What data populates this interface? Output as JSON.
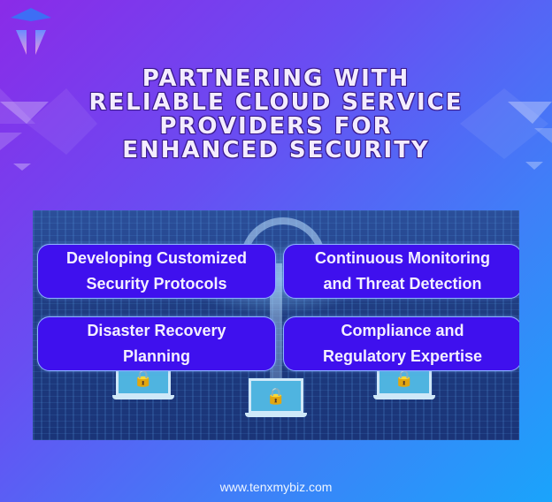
{
  "logo": {
    "icon": "tenxmybiz-logo-icon"
  },
  "title": {
    "lines": [
      "PARTNERING WITH",
      "RELIABLE CLOUD SERVICE",
      "PROVIDERS FOR",
      "ENHANCED SECURITY"
    ]
  },
  "image": {
    "description": "cloud security network illustration with laptops and padlocks",
    "icons": [
      "cloud-icon",
      "laptop-lock-icon"
    ]
  },
  "cards": [
    {
      "lines": [
        "Developing Customized",
        "Security Protocols"
      ]
    },
    {
      "lines": [
        "Continuous Monitoring",
        "and Threat Detection"
      ]
    },
    {
      "lines": [
        "Disaster Recovery",
        "Planning"
      ]
    },
    {
      "lines": [
        "Compliance and",
        "Regulatory Expertise"
      ]
    }
  ],
  "footer": {
    "website": "www.tenxmybiz.com"
  },
  "colors": {
    "gradient_start": "#8a2be8",
    "gradient_end": "#1aa4fb",
    "card_fill": "#3f10ee",
    "card_border": "#8fb2ff",
    "title_text": "#f3ecff"
  }
}
